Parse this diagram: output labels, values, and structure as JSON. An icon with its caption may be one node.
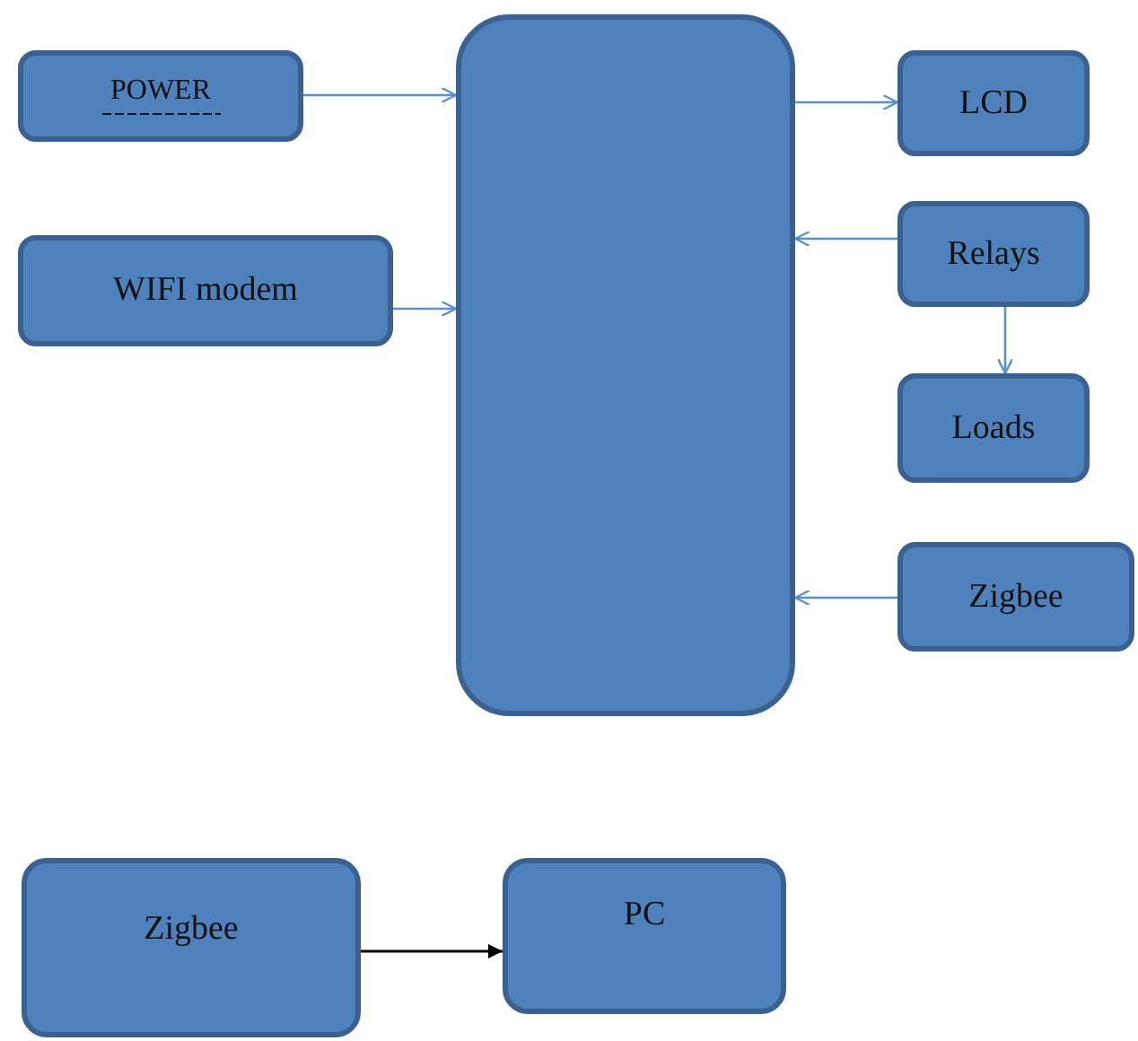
{
  "diagram": {
    "nodes": [
      {
        "text": [
          "POWER"
        ]
      },
      {
        "text": [],
        "shape": "box"
      },
      {
        "text": [
          "LCD"
        ]
      },
      {
        "text": [
          "WIFI modem"
        ]
      },
      {
        "text": [
          "Relays"
        ]
      },
      {
        "text": [
          "Loads"
        ]
      },
      {
        "text": [
          "Zigbee"
        ]
      },
      {
        "text": [
          "Zigbee"
        ]
      },
      {
        "text": [
          "PC"
        ]
      }
    ],
    "edges": [
      {
        "from": 0,
        "to": 1,
        "arrow": "to"
      },
      {
        "from": 1,
        "to": 2,
        "arrow": "to"
      },
      {
        "from": 3,
        "to": 1,
        "arrow": "to"
      },
      {
        "from": 4,
        "to": 1,
        "arrow": "to"
      },
      {
        "from": 4,
        "to": 5,
        "arrow": "to"
      },
      {
        "from": 6,
        "to": 1,
        "arrow": "to"
      },
      {
        "from": 7,
        "to": 8,
        "arrow": "to",
        "color": "#000000"
      }
    ]
  }
}
